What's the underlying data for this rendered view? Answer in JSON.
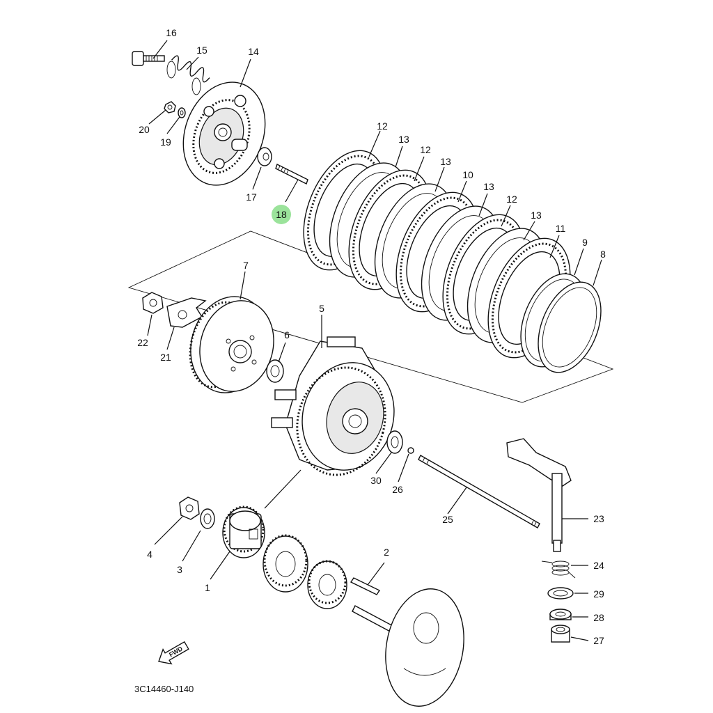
{
  "diagram": {
    "code": "3C14460-J140",
    "fwd_label": "FWD",
    "highlight_color": "#9be39b",
    "labels": {
      "p1": "1",
      "p2": "2",
      "p3": "3",
      "p4": "4",
      "p5": "5",
      "p6": "6",
      "p7": "7",
      "p8": "8",
      "p9": "9",
      "p10": "10",
      "p11": "11",
      "p12a": "12",
      "p12b": "12",
      "p12c": "12",
      "p13a": "13",
      "p13b": "13",
      "p13c": "13",
      "p13d": "13",
      "p14": "14",
      "p15": "15",
      "p16": "16",
      "p17": "17",
      "p18": "18",
      "p19": "19",
      "p20": "20",
      "p21": "21",
      "p22": "22",
      "p23": "23",
      "p24": "24",
      "p25": "25",
      "p26": "26",
      "p27": "27",
      "p28": "28",
      "p29": "29",
      "p30": "30"
    }
  }
}
